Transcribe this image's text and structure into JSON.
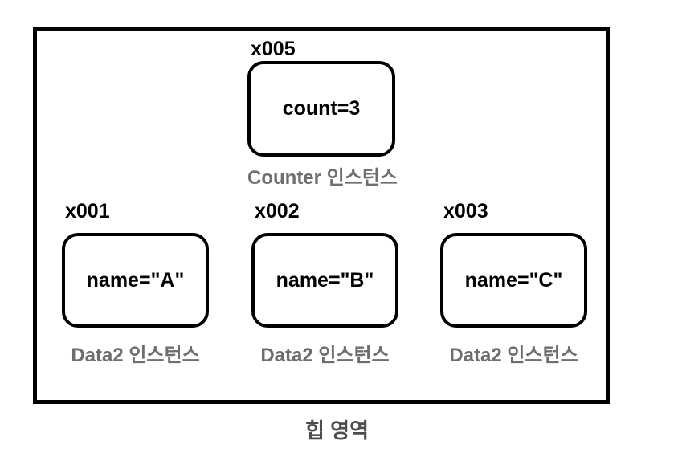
{
  "diagram": {
    "heap_label": "힙 영역",
    "counter": {
      "address": "x005",
      "value": "count=3",
      "caption": "Counter 인스턴스"
    },
    "instances": [
      {
        "address": "x001",
        "value": "name=\"A\"",
        "caption": "Data2 인스턴스"
      },
      {
        "address": "x002",
        "value": "name=\"B\"",
        "caption": "Data2 인스턴스"
      },
      {
        "address": "x003",
        "value": "name=\"C\"",
        "caption": "Data2 인스턴스"
      }
    ],
    "colors": {
      "background": "#ffffff",
      "border": "#000000",
      "caption_gray": "#6e6e6e",
      "heap_label_gray": "#4d4d4d"
    }
  }
}
